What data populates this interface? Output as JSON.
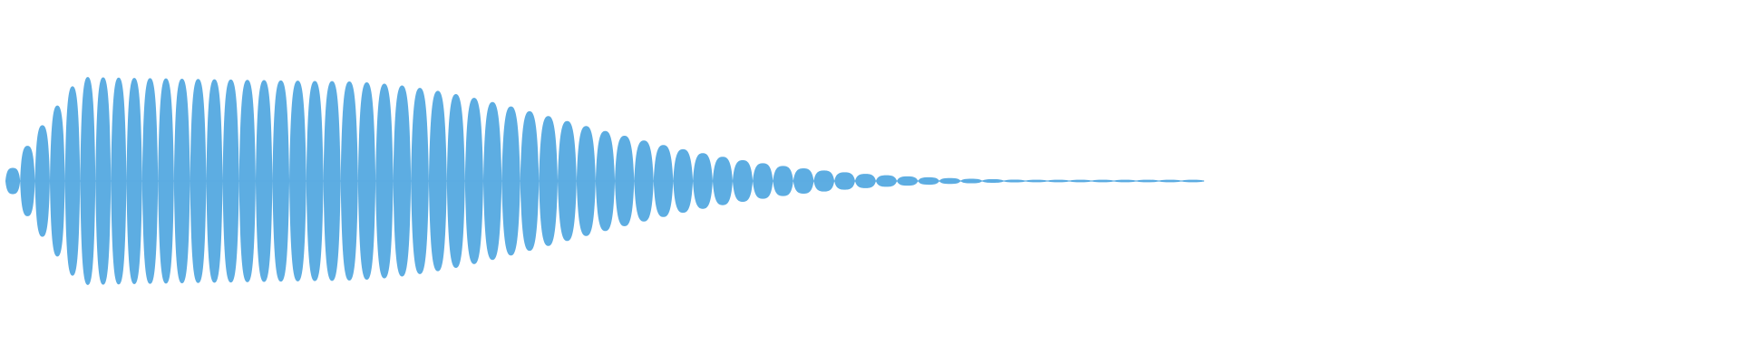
{
  "waveform": {
    "color": "#5dade2",
    "background": "#ffffff",
    "cycles": 64,
    "attack_cycles": 5,
    "sustain_until_cycle": 20,
    "envelope_decay": "smooth",
    "peak_amplitude": 1.0
  }
}
